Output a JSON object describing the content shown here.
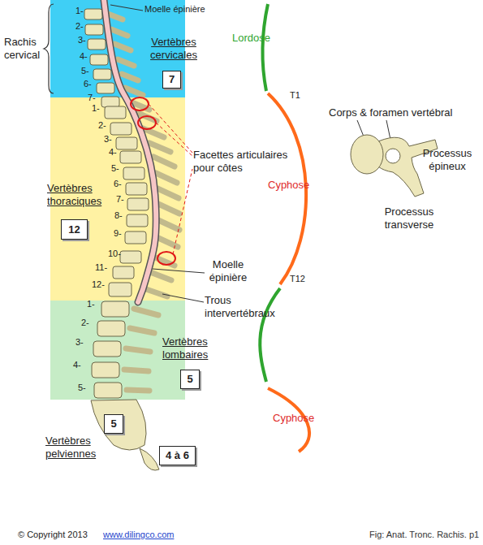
{
  "diagram": {
    "caption": "Fig: Anat. Tronc. Rachis. p1",
    "nodes": [
      {
        "text": [
          "Vertèbres cervicales"
        ]
      },
      {
        "text": [
          "7"
        ],
        "in": 0
      },
      {
        "text": [
          "Vertèbres thoraciques"
        ]
      },
      {
        "text": [
          "12"
        ],
        "in": 2
      },
      {
        "text": [
          "Vertèbres lombaires"
        ]
      },
      {
        "text": [
          "5"
        ],
        "in": 4
      },
      {
        "text": [
          "5"
        ]
      },
      {
        "text": [
          "4 à 6"
        ]
      }
    ],
    "labels": [
      "Moelle épinière",
      "Rachis cervical",
      "1-",
      "2-",
      "3-",
      "4-",
      "5-",
      "6-",
      "7-",
      "1-",
      "2-",
      "3-",
      "4-",
      "5-",
      "6-",
      "7-",
      "8-",
      "9-",
      "10-",
      "11-",
      "12-",
      "1-",
      "2-",
      "3-",
      "4-",
      "5-",
      "Facettes articulaires pour côtes",
      "Moelle épinière",
      "Trous intervertébraux",
      "Vertèbres pelviennes",
      "Lordose",
      "T1",
      "Cyphose",
      "T12",
      "Cyphose",
      "Corps & foramen vertébral",
      "Processus épineux",
      "Processus transverse",
      "© Copyright 2013",
      "www.dilingco.com"
    ]
  }
}
